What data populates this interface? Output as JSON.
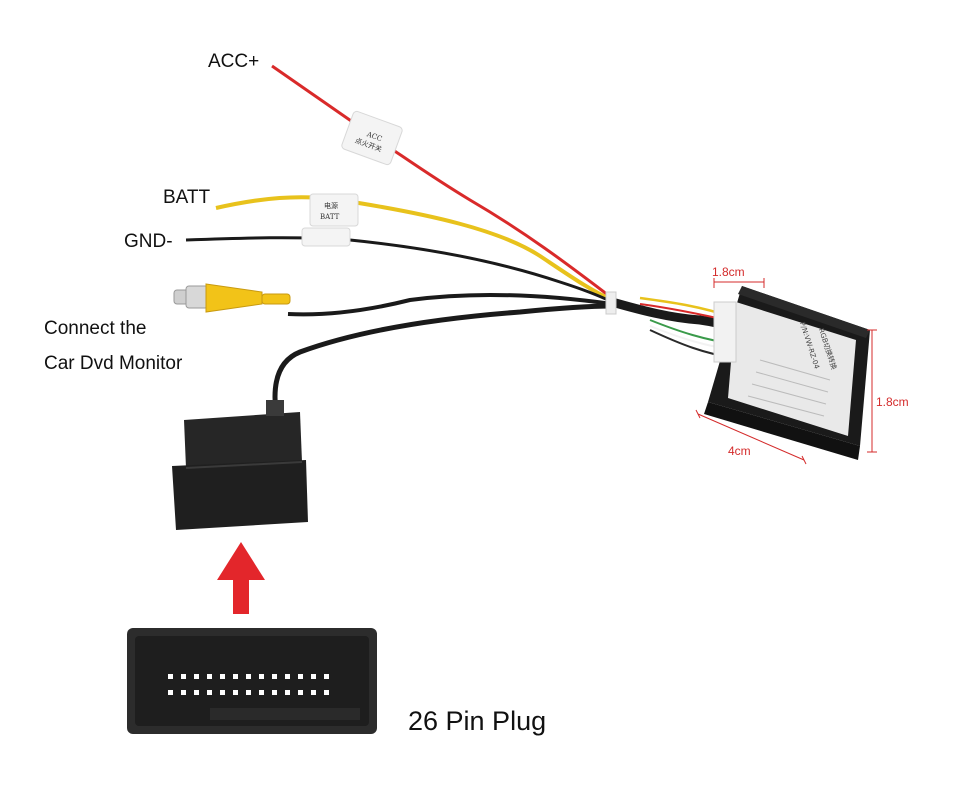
{
  "labels": {
    "acc": "ACC+",
    "batt": "BATT",
    "gnd": "GND-",
    "monitor_line1": "Connect the",
    "monitor_line2": "Car Dvd Monitor",
    "plug": "26 Pin Plug"
  },
  "dimensions": {
    "top_depth": "1.8cm",
    "side_height": "1.8cm",
    "bottom_width": "4cm"
  },
  "wire_tags": {
    "acc_tag_line1": "ACC",
    "acc_tag_line2": "点火开关",
    "batt_tag_line1": "电源",
    "batt_tag_line2": "BATT"
  },
  "module_label": {
    "title": "RGB切换转换",
    "part_number": "P/N:VW-RZ-04"
  },
  "colors": {
    "red_wire": "#d92a2a",
    "yellow_wire": "#e8c21c",
    "black_wire": "#1a1a1a",
    "rca_yellow": "#f2c318",
    "connector_body": "#262626",
    "arrow_red": "#e3262b",
    "dimension_red": "#d42b2b"
  },
  "connector": {
    "pin_count": 26
  }
}
